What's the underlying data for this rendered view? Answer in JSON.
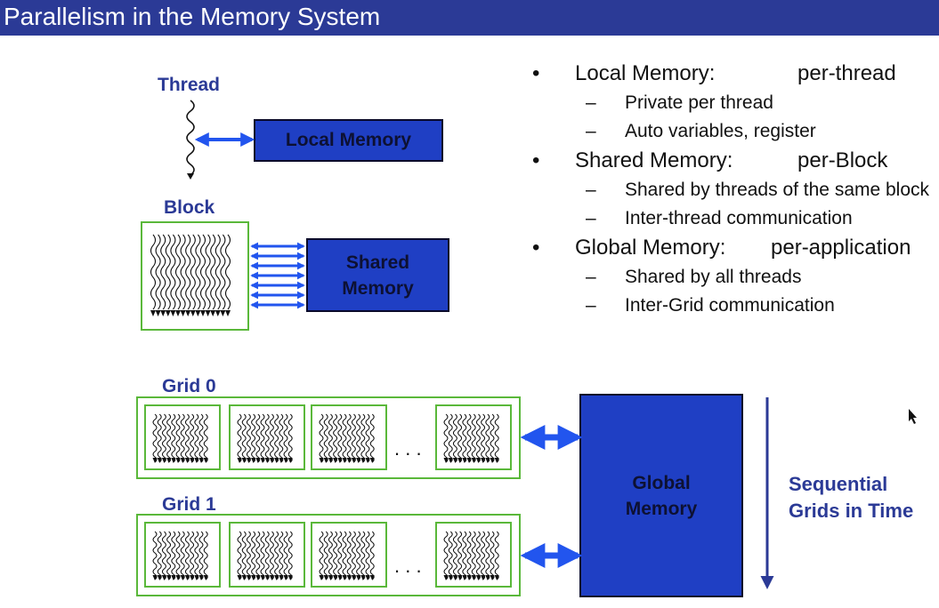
{
  "title": "Parallelism in the Memory System",
  "diagram": {
    "thread_label": "Thread",
    "local_memory_label": "Local Memory",
    "block_label": "Block",
    "shared_memory_label": "Shared Memory",
    "grid0_label": "Grid 0",
    "grid1_label": "Grid 1",
    "ellipsis": ". . .",
    "global_memory_label": "Global Memory",
    "sequential_label": "Sequential Grids in Time"
  },
  "bullets": [
    {
      "name": "Local Memory:",
      "scope": "per-thread",
      "subs": [
        "Private per thread",
        "Auto variables, register"
      ]
    },
    {
      "name": "Shared Memory:",
      "scope": "per-Block",
      "subs": [
        "Shared by threads of the same block",
        "Inter-thread communication"
      ]
    },
    {
      "name": "Global Memory:",
      "scope": "per-application",
      "subs": [
        "Shared by all threads",
        "Inter-Grid communication"
      ]
    }
  ],
  "colors": {
    "title_bg": "#2b3a96",
    "label_text": "#2b3a96",
    "memory_box": "#1f3fc4",
    "arrow": "#2255ee",
    "block_border": "#5ab83a"
  },
  "icons": {
    "bullet": "•",
    "dash": "–"
  }
}
